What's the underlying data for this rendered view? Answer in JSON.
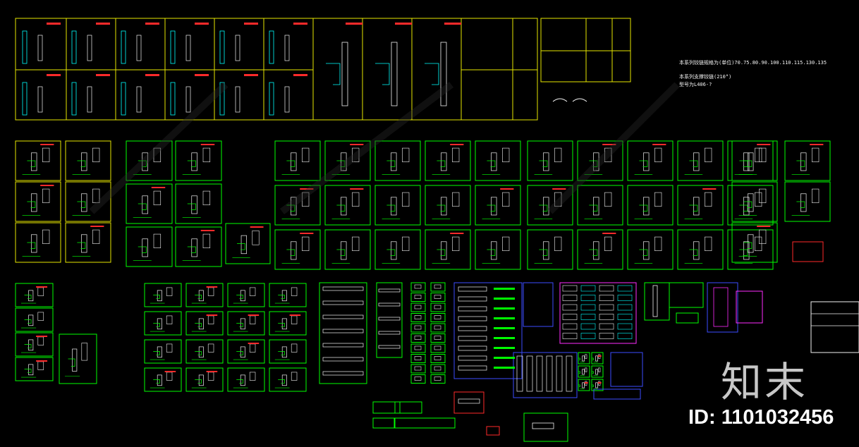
{
  "drawing": {
    "colors": {
      "background": "#000000",
      "frame_yellow": "#e6e600",
      "frame_green": "#00ff00",
      "frame_red": "#ff2a2a",
      "frame_blue": "#3b4dff",
      "frame_magenta": "#ff2bff",
      "line_white": "#f2f2f2",
      "line_cyan": "#00ffff"
    },
    "notes": [
      {
        "id": "note-1",
        "text": "本系列铰链规格为(单位)70.75.80.90.100.110.115.130.135"
      },
      {
        "id": "note-2",
        "text": "本系列支撑铰链(210°)"
      },
      {
        "id": "note-3",
        "text": "型号为L406-?"
      }
    ]
  },
  "watermark": {
    "logo_text": "知末",
    "id_text": "ID: 1101032456"
  }
}
